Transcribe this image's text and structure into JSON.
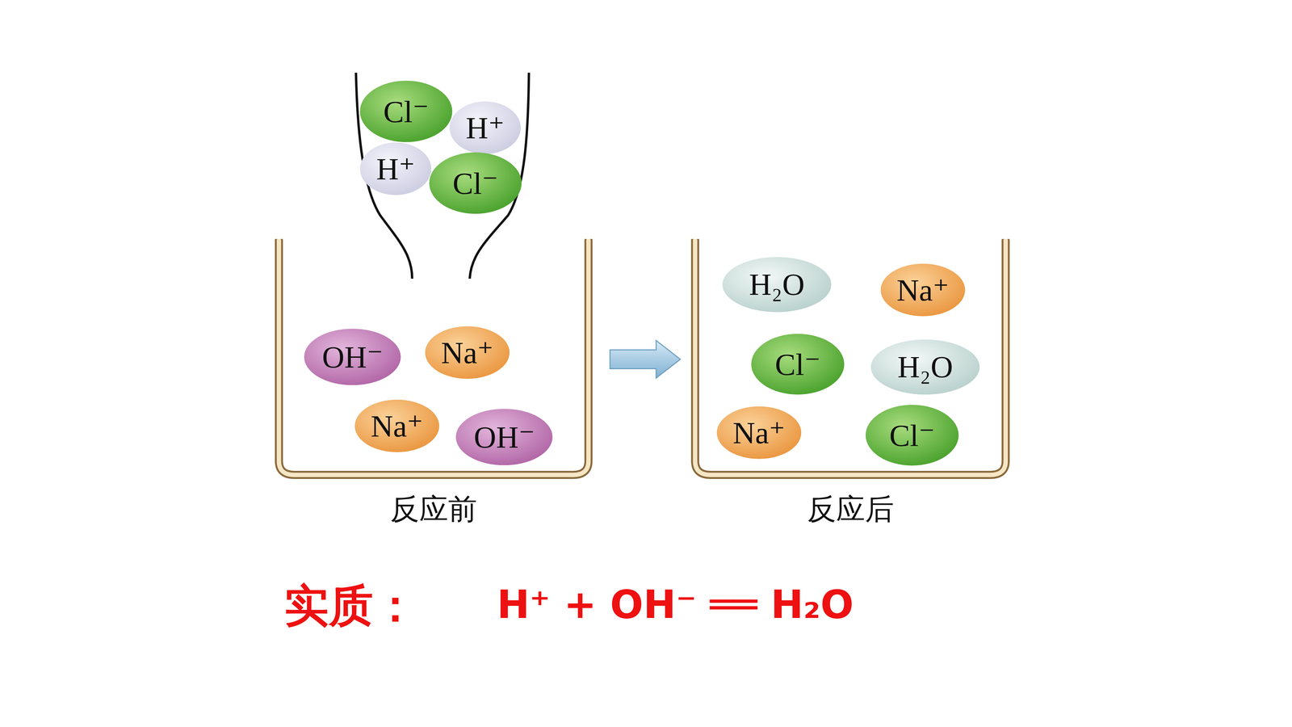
{
  "diagram": {
    "nodes": [
      {
        "text": [
          "Cl⁻"
        ]
      },
      {
        "text": [
          "H⁺"
        ]
      },
      {
        "text": [
          "H⁺"
        ]
      },
      {
        "text": [
          "Cl⁻"
        ]
      },
      {
        "text": [
          "反应前"
        ]
      },
      {
        "text": [
          "OH⁻"
        ],
        "in": 4
      },
      {
        "text": [
          "Na⁺"
        ],
        "in": 4
      },
      {
        "text": [
          "Na⁺"
        ],
        "in": 4
      },
      {
        "text": [
          "OH⁻"
        ],
        "in": 4
      },
      {
        "text": [
          "反应后"
        ]
      },
      {
        "text": [
          "H₂O"
        ],
        "in": 9
      },
      {
        "text": [
          "Na⁺"
        ],
        "in": 9
      },
      {
        "text": [
          "Cl⁻"
        ],
        "in": 9
      },
      {
        "text": [
          "H₂O"
        ],
        "in": 9
      },
      {
        "text": [
          "Na⁺"
        ],
        "in": 9
      },
      {
        "text": [
          "Cl⁻"
        ],
        "in": 9
      }
    ],
    "edges": [
      {
        "from": 4,
        "to": 9,
        "arrow": "to"
      }
    ],
    "labels": [
      "实质：",
      "H⁺ + OH⁻ ══ H₂O"
    ]
  }
}
